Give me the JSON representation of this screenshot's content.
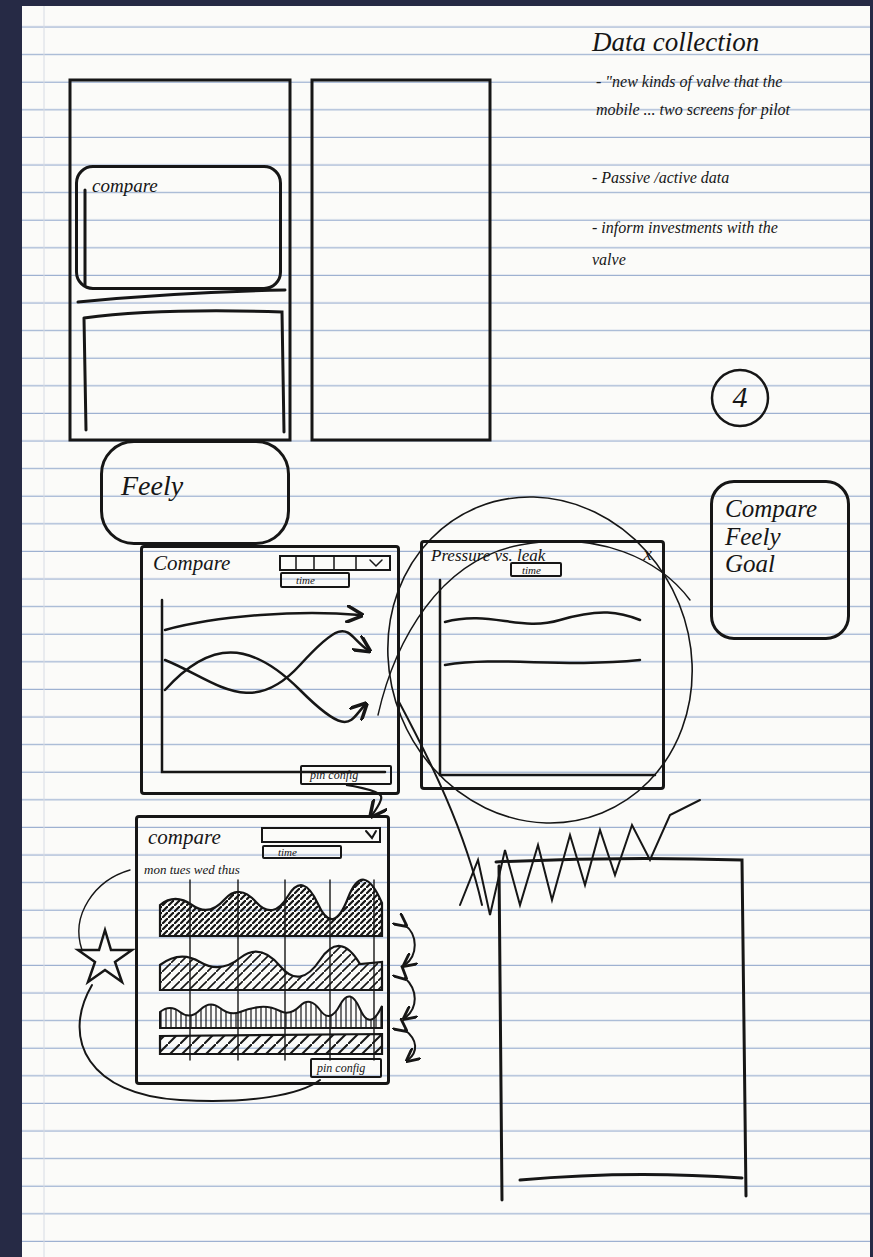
{
  "diagram": {
    "nodes": [
      {
        "text": [
          "compare"
        ]
      },
      {
        "text": [
          "Feely"
        ]
      },
      {
        "text": [
          "Compare"
        ]
      },
      {
        "text": [
          "time"
        ],
        "in": 2
      },
      {
        "text": [
          "pin config"
        ],
        "in": 2
      },
      {
        "text": [
          "Pressure vs. leak",
          "x"
        ]
      },
      {
        "text": [
          "time"
        ],
        "in": 5
      },
      {
        "text": [
          "Compare Feely Goal"
        ]
      },
      {
        "text": [
          "compare",
          "mon tues wed thus"
        ]
      },
      {
        "text": [
          "time"
        ],
        "in": 8
      },
      {
        "text": [
          "pin config"
        ],
        "in": 8
      }
    ],
    "edges": [
      {
        "from": 4,
        "to": 8,
        "arrow": "to"
      }
    ],
    "labels": [
      "Data collection",
      "- \"new kinds of valve that the mobile ... two screens for pilot",
      "- Passive /active data",
      "- inform investments with the valve",
      "4"
    ]
  }
}
